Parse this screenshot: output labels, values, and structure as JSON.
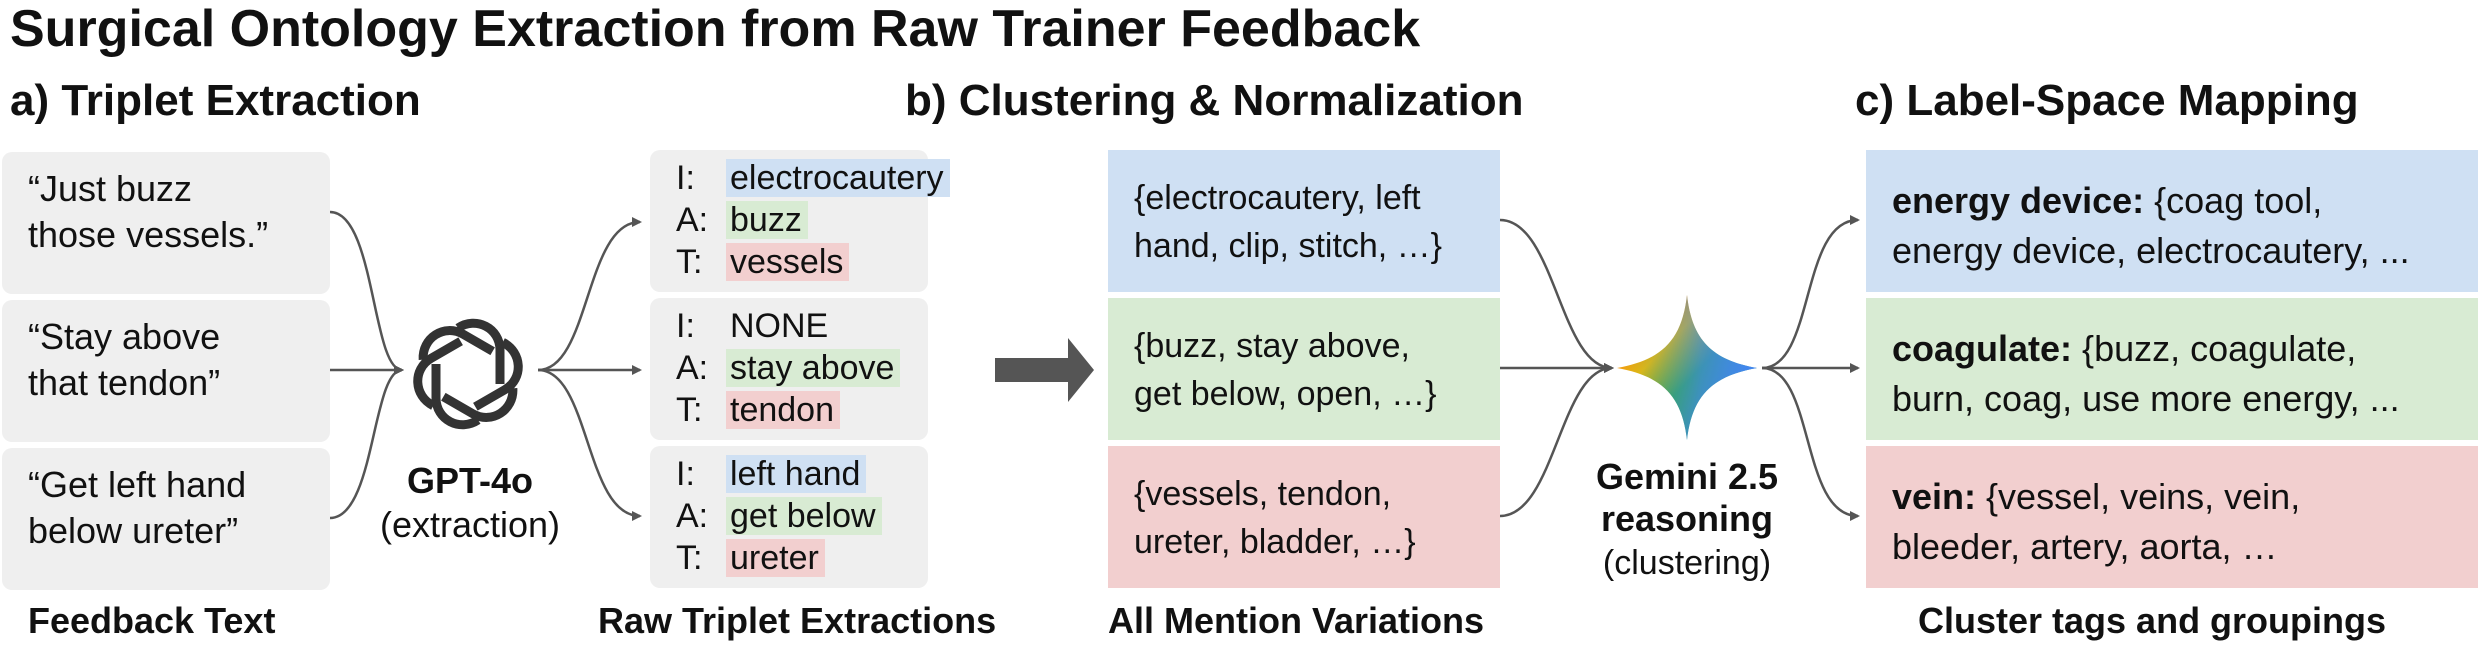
{
  "title": "Surgical Ontology Extraction from Raw Trainer Feedback",
  "sections": {
    "a": "a) Triplet Extraction",
    "b": "b) Clustering & Normalization",
    "c": "c) Label-Space Mapping"
  },
  "feedback": [
    {
      "line1": "“Just buzz",
      "line2": "those vessels.”"
    },
    {
      "line1": "“Stay above",
      "line2": "that tendon”"
    },
    {
      "line1": "“Get left hand",
      "line2": "below ureter”"
    }
  ],
  "extractor": {
    "name": "GPT-4o",
    "role": "(extraction)"
  },
  "triplets": [
    {
      "i_key": "I:",
      "i": "electrocautery",
      "a_key": "A:",
      "a": "buzz",
      "t_key": "T:",
      "t": "vessels"
    },
    {
      "i_key": "I:",
      "i": "NONE",
      "a_key": "A:",
      "a": "stay above",
      "t_key": "T:",
      "t": "tendon"
    },
    {
      "i_key": "I:",
      "i": "left hand",
      "a_key": "A:",
      "a": "get below",
      "t_key": "T:",
      "t": "ureter"
    }
  ],
  "clusters": [
    {
      "line1": "{electrocautery, left",
      "line2": "hand, clip, stitch, …}",
      "color": "#cfe0f3"
    },
    {
      "line1": "{buzz, stay above,",
      "line2": "get below, open, …}",
      "color": "#d8ebd3"
    },
    {
      "line1": "{vessels, tendon,",
      "line2": "ureter, bladder, …}",
      "color": "#f2cfcf"
    }
  ],
  "reasoner": {
    "name_line1": "Gemini 2.5",
    "name_line2": "reasoning",
    "role": "(clustering)"
  },
  "mappings": [
    {
      "tag": "energy device:",
      "rest1": " {coag tool,",
      "line2": "energy device, electrocautery, ...",
      "color": "#cfe0f3"
    },
    {
      "tag": "coagulate:",
      "rest1": " {buzz, coagulate,",
      "line2": "burn, coag, use more energy, ...",
      "color": "#d8ebd3"
    },
    {
      "tag": "vein:",
      "rest1": " {vessel, veins, vein,",
      "line2": "bleeder, artery, aorta, …",
      "color": "#f2cfcf"
    }
  ],
  "footers": {
    "feedback": "Feedback Text",
    "triplets": "Raw Triplet Extractions",
    "mentions": "All Mention Variations",
    "clusters": "Cluster tags and groupings"
  },
  "colors": {
    "instrument": "#cfe0f3",
    "action": "#d8ebd3",
    "tissue": "#f2cfcf",
    "panel": "#efefef",
    "arrow": "#555555"
  },
  "icons": {
    "extractor": "openai-knot-icon",
    "reasoner": "gemini-sparkle-icon"
  }
}
